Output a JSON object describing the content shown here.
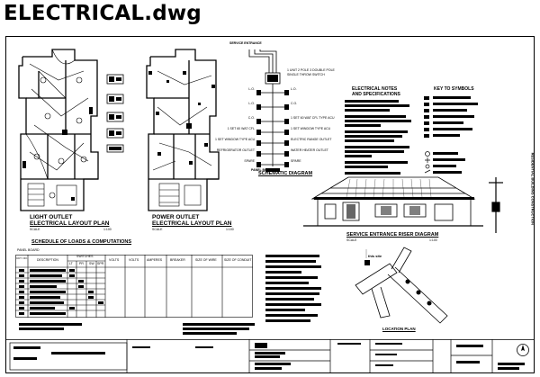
{
  "header": {
    "title": "ELECTRICAL.dwg"
  },
  "plans": {
    "light": {
      "line1": "LIGHT OUTLET",
      "line2": "ELECTRICAL LAYOUT PLAN",
      "scale_label": "SCALE",
      "scale_value": "1:100"
    },
    "power": {
      "line1": "POWER OUTLET",
      "line2": "ELECTRICAL LAYOUT PLAN",
      "scale_label": "SCALE",
      "scale_value": "1:100"
    }
  },
  "schematic": {
    "title": "SCHEMATIC DIAGRAM",
    "service_entrance": "SERVICE ENTRANCE",
    "top_label_1": "1 UNIT 2 POLE 3 DOUBLE POLE",
    "top_label_2": "SINGLE THROW SWITCH",
    "left_labels": [
      "L.O.",
      "L.O.",
      "C.O.",
      "1 SET 60 WAT CFL",
      "1 SET WINDOW TYPE ACU",
      "REFRIGERATOR OUTLET",
      "SPARE"
    ],
    "right_labels": [
      "L.O.",
      "C.O.",
      "1 SET 60 WAT CFL TYPE ACU",
      "1 SET WINDOW TYPE ACU",
      "ELECTRIC RANGE OUTLET",
      "WATER HEATER OUTLET",
      "SPARE"
    ],
    "panel_label": "PANEL BOARD"
  },
  "notes": {
    "title_1": "ELECTRICAL NOTES",
    "title_2": "AND SPECIFICATIONS"
  },
  "symbols": {
    "title": "KEY TO SYMBOLS"
  },
  "riser": {
    "title": "SERVICE ENTRANCE RISER DIAGRAM",
    "scale_label": "SCALE",
    "scale_value": "1:100"
  },
  "schedule": {
    "title": "SCHEDULE OF LOADS & COMPUTATIONS",
    "panel": "PANEL BOARD",
    "headers": [
      "CKT. NO.",
      "DESCRIPTION",
      "SWITCHES",
      "VOLTS",
      "VOLTS",
      "AMPERES",
      "BREAKER",
      "SIZE OF WIRE",
      "SIZE OF CONDUIT"
    ],
    "sub_headers": [
      "LT",
      "PR",
      "SW",
      "SPR"
    ]
  },
  "location": {
    "title": "LOCATION PLAN",
    "site_label": "this site"
  },
  "side_label": "RESIDENTIAL BUILDING CONSTRUCTION"
}
